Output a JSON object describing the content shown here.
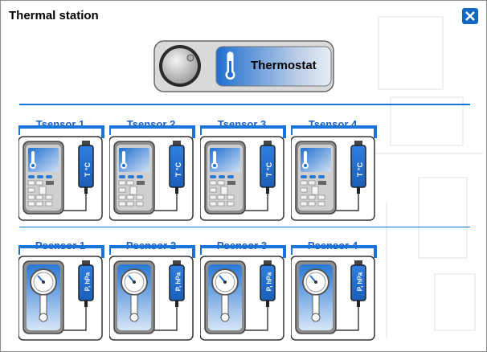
{
  "window": {
    "title": "Thermal station"
  },
  "controls": {
    "close_icon": "close-icon"
  },
  "thermostat": {
    "label": "Thermostat"
  },
  "tsensors": [
    {
      "label": "Tsensor 1",
      "probe_text": "T °C"
    },
    {
      "label": "Tsensor 2",
      "probe_text": "T °C"
    },
    {
      "label": "Tsensor 3",
      "probe_text": "T °C"
    },
    {
      "label": "Tsensor 4",
      "probe_text": "T °C"
    }
  ],
  "psensors": [
    {
      "label": "Psensor 1",
      "probe_text": "P, hPa"
    },
    {
      "label": "Psensor 2",
      "probe_text": "P, hPa"
    },
    {
      "label": "Psensor 3",
      "probe_text": "P, hPa"
    },
    {
      "label": "Psensor 4",
      "probe_text": "P, hPa"
    }
  ],
  "colors": {
    "accent": "#1a73d9",
    "close_bg": "#1669c2",
    "screen_blue": "#2a78d6"
  }
}
